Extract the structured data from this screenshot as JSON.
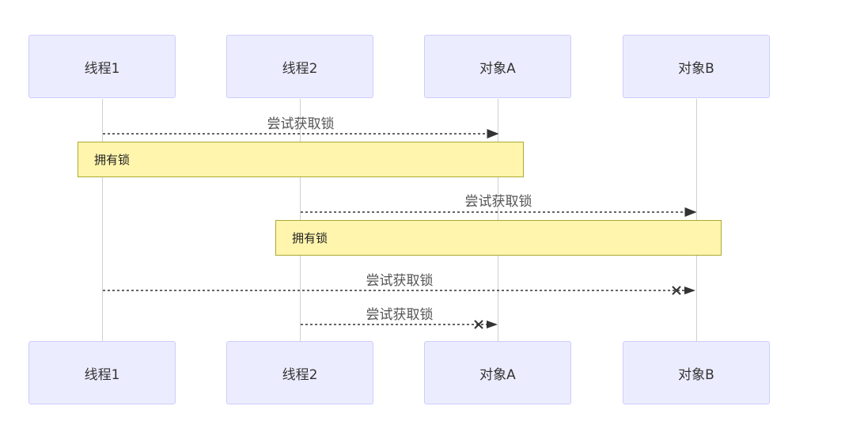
{
  "diagram": {
    "type": "sequence",
    "participants": [
      {
        "id": "t1",
        "label": "线程1"
      },
      {
        "id": "t2",
        "label": "线程2"
      },
      {
        "id": "oa",
        "label": "对象A"
      },
      {
        "id": "ob",
        "label": "对象B"
      }
    ],
    "messages": [
      {
        "from": "线程1",
        "to": "对象A",
        "label": "尝试获取锁",
        "style": "dashed-arrow"
      },
      {
        "from": "线程2",
        "to": "对象B",
        "label": "尝试获取锁",
        "style": "dashed-arrow"
      },
      {
        "from": "线程1",
        "to": "对象B",
        "label": "尝试获取锁",
        "style": "dashed-cross"
      },
      {
        "from": "线程2",
        "to": "对象A",
        "label": "尝试获取锁",
        "style": "dashed-cross"
      }
    ],
    "notes": [
      {
        "over": "线程1,对象A",
        "text": "拥有锁"
      },
      {
        "over": "线程2,对象B",
        "text": "拥有锁"
      }
    ]
  },
  "colors": {
    "actor_fill": "#ececff",
    "actor_border": "#ccccff",
    "note_fill": "#fff5ad",
    "note_border": "#aaaa33",
    "line": "#333333"
  }
}
